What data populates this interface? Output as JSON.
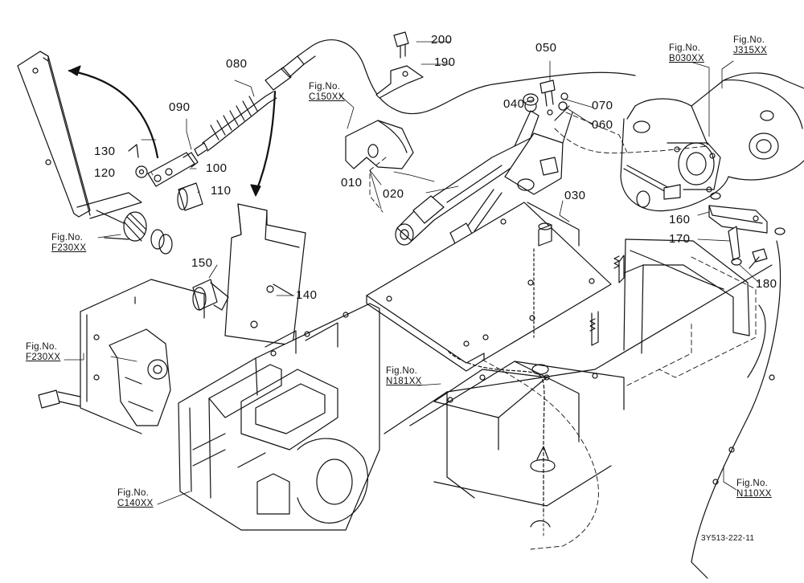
{
  "parts": {
    "p200": "200",
    "p190": "190",
    "p050": "050",
    "p080": "080",
    "p040": "040",
    "p070": "070",
    "p060": "060",
    "p090": "090",
    "p130": "130",
    "p120": "120",
    "p100": "100",
    "p110": "110",
    "p010": "010",
    "p020": "020",
    "p030": "030",
    "p160": "160",
    "p170": "170",
    "p180": "180",
    "p150": "150",
    "p140": "140"
  },
  "figure_refs": {
    "c150": {
      "prefix": "Fig.No.",
      "code": "C150XX"
    },
    "b030": {
      "prefix": "Fig.No.",
      "code": "B030XX"
    },
    "j315": {
      "prefix": "Fig.No.",
      "code": "J315XX"
    },
    "f230a": {
      "prefix": "Fig.No.",
      "code": "F230XX"
    },
    "f230b": {
      "prefix": "Fig.No.",
      "code": "F230XX"
    },
    "n181": {
      "prefix": "Fig.No.",
      "code": "N181XX"
    },
    "c140": {
      "prefix": "Fig.No.",
      "code": "C140XX"
    },
    "n110": {
      "prefix": "Fig.No.",
      "code": "N110XX"
    }
  },
  "drawing_code": "3Y513-222-11",
  "colors": {
    "line": "#111111",
    "background": "#ffffff"
  }
}
